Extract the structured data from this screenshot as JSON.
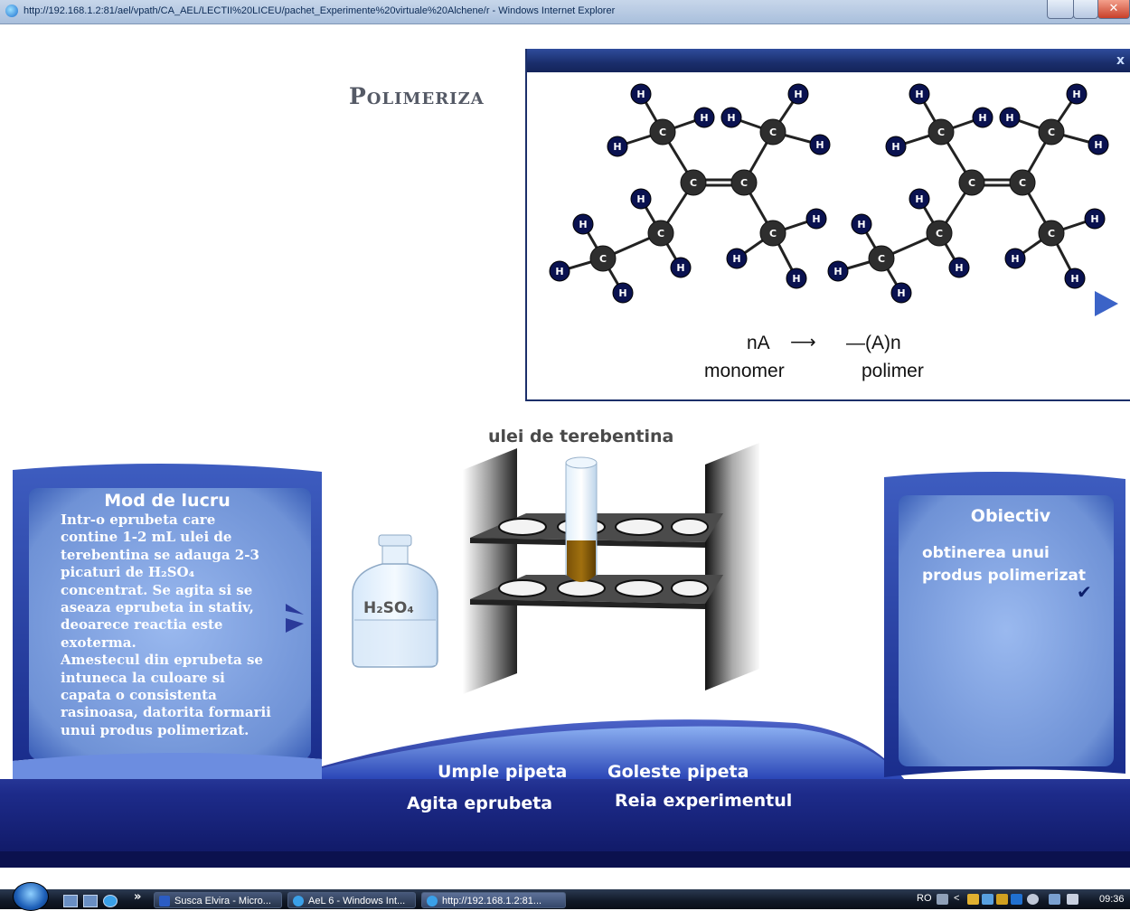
{
  "window": {
    "title": "http://192.168.1.2:81/ael/vpath/CA_AEL/LECTII%20LICEU/pachet_Experimente%20virtuale%20Alchene/r - Windows Internet Explorer",
    "close_glyph": "✕"
  },
  "page": {
    "title": "Polimeriza"
  },
  "popup": {
    "close_glyph": "x",
    "atom_h": "H",
    "atom_c": "C",
    "equation": {
      "monomer_formula": "nA",
      "polymer_formula": "—(A)n",
      "monomer_label": "monomer",
      "polymer_label": "polimer"
    }
  },
  "lab": {
    "rack_label": "ulei de terebentina",
    "reagent_label": "H₂SO₄"
  },
  "mod_de_lucru": {
    "title": "Mod de lucru",
    "body": "  Intr-o eprubeta care\ncontine 1-2 mL ulei de\nterebentina se adauga 2-3\npicaturi de H₂SO₄\nconcentrat.  Se agita si se\naseaza eprubeta in stativ,\ndeoarece reactia este\nexoterma.\n  Amestecul din eprubeta se\nintuneca la culoare si\ncapata o consistenta\nrasinoasa, datorita formarii\nunui produs polimerizat."
  },
  "obiectiv": {
    "title": "Obiectiv",
    "body": "obtinerea unui produs polimerizat",
    "check_glyph": "✔"
  },
  "actions": {
    "fill": "Umple pipeta",
    "empty": "Goleste pipeta",
    "shake": "Agita eprubeta",
    "reset": "Reia experimentul"
  },
  "taskbar": {
    "more_glyph": "»",
    "items": [
      {
        "label": "Susca Elvira - Micro..."
      },
      {
        "label": "AeL 6 - Windows Int..."
      },
      {
        "label": "http://192.168.1.2:81..."
      }
    ],
    "tray_lang": "RO",
    "tray_chevron": "<",
    "clock": "09:36"
  },
  "colors": {
    "panel": "#7ea2e0",
    "band": "#1c2a85",
    "atom_h": "#0a1250",
    "atom_c": "#2e2e2e"
  }
}
